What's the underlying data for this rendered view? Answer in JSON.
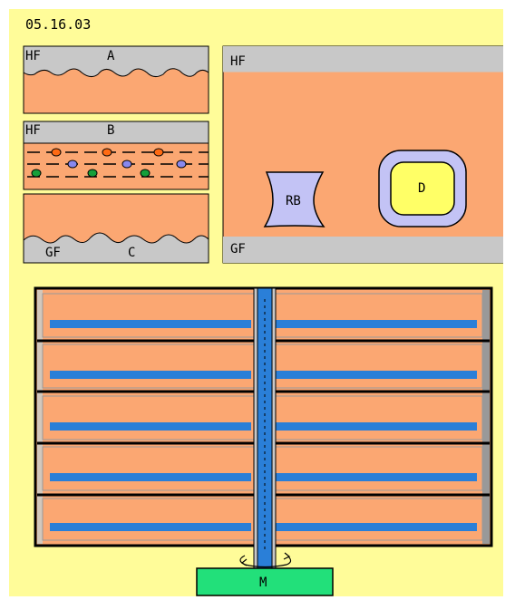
{
  "code": "05.16.03",
  "panel_a": {
    "top_label": "HF",
    "letter": "A"
  },
  "panel_b": {
    "top_label": "HF",
    "letter": "B"
  },
  "panel_c": {
    "bottom_label": "GF",
    "letter": "C"
  },
  "panel_d": {
    "top_label": "HF",
    "bottom_label": "GF",
    "rb_label": "RB",
    "d_label": "D"
  },
  "machine": {
    "motor_label": "M",
    "shelf_rows": 5
  },
  "colors": {
    "background": "#fffc99",
    "tissue": "#fba772",
    "grey": "#c8c8c8",
    "blue": "#2a7fd8",
    "motor": "#22e07a",
    "lavender": "#c3c3f5",
    "yellow": "#ffff66"
  }
}
